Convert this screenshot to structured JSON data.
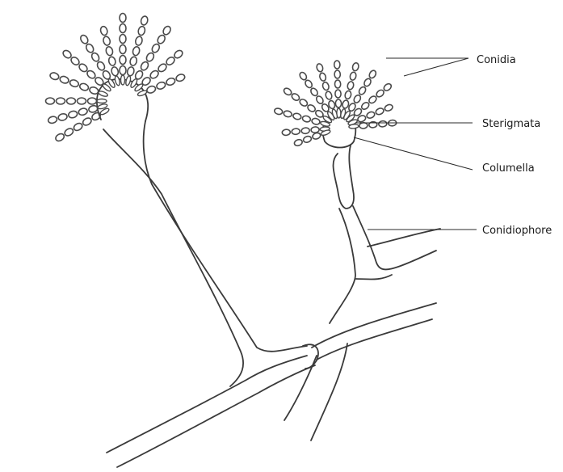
{
  "labels": {
    "conidia": "Conidia",
    "sterigmata": "Sterigmata",
    "columella": "Columella",
    "conidiophore": "Conidiophore"
  },
  "colors": {
    "ink": "#3a3a3a",
    "background": "#ffffff"
  }
}
